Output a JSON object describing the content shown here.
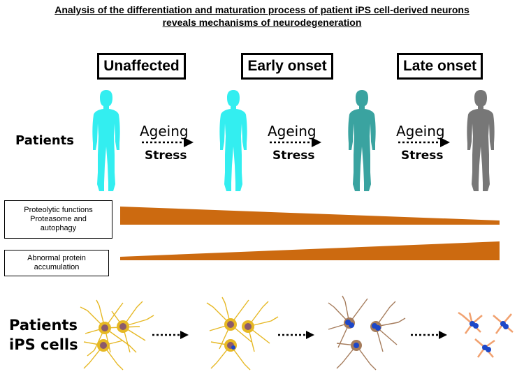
{
  "title": {
    "line1": "Analysis of the differentiation and maturation process of patient iPS cell-derived neurons",
    "line2": "reveals mechanisms of neurodegeneration"
  },
  "stages": [
    {
      "label": "Unaffected"
    },
    {
      "label": "Early onset"
    },
    {
      "label": "Late onset"
    }
  ],
  "row_labels": {
    "patients": "Patients",
    "ips_line1": "Patients",
    "ips_line2": "iPS  cells"
  },
  "transitions": [
    {
      "top": "Ageing",
      "bottom": "Stress"
    },
    {
      "top": "Ageing",
      "bottom": "Stress"
    },
    {
      "top": "Ageing",
      "bottom": "Stress"
    }
  ],
  "wedges": [
    {
      "line1": "Proteolytic functions",
      "line2": "Proteasome and",
      "line3": "autophagy",
      "trend": "decreasing"
    },
    {
      "line1": "Abnormal protein",
      "line2": "accumulation",
      "trend": "increasing"
    }
  ],
  "colors": {
    "person_unaffected": "#33eef0",
    "person_early": "#33eef0",
    "person_mid": "#3aa3a0",
    "person_late": "#777777",
    "wedge": "#cc6a10",
    "neuron_healthy": "#e6b824",
    "neuron_mid": "#a57c5c",
    "neuron_late": "#f1a16f",
    "nucleus": "#8a5a6c",
    "aggregate": "#1d47c8"
  },
  "icons": [
    "person-silhouette-icon",
    "dotted-arrow-icon",
    "neuron-cluster-icon"
  ]
}
